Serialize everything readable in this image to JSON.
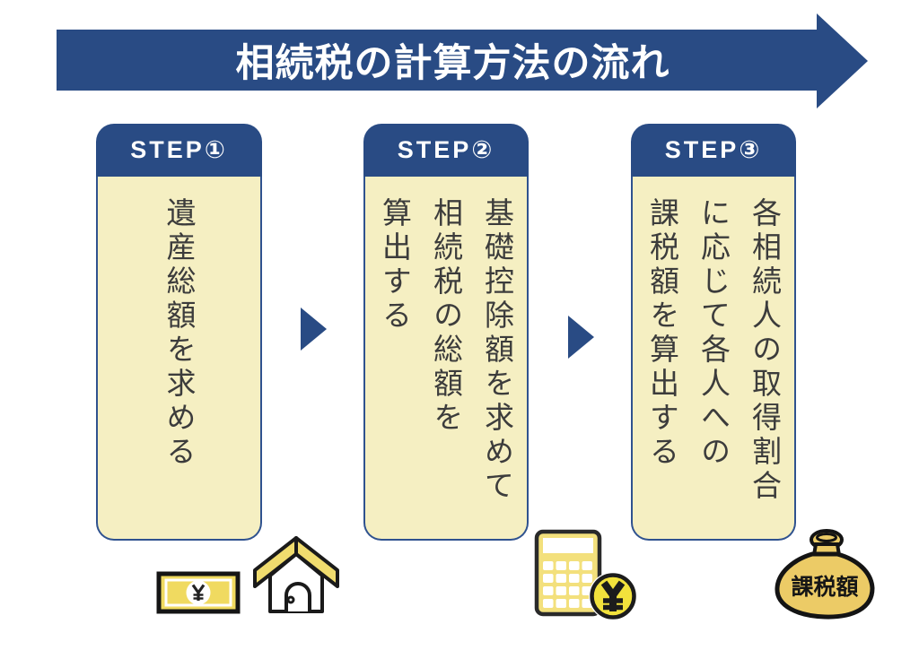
{
  "banner": {
    "title": "相続税の計算方法の流れ"
  },
  "steps": [
    {
      "label": "STEP①",
      "columns": [
        "遺産総額を求める"
      ]
    },
    {
      "label": "STEP②",
      "columns": [
        "基礎控除額を求めて",
        "相続税の総額を",
        "算出する"
      ]
    },
    {
      "label": "STEP③",
      "columns": [
        "各相続人の取得割合",
        "に応じて各人への",
        "課税額を算出する"
      ]
    }
  ],
  "icons": {
    "banknote": "yen-banknote-icon",
    "house": "house-icon",
    "calculator": "calculator-icon",
    "coin": "yen-coin-icon",
    "money_bag": "money-bag-icon",
    "money_bag_label": "課税額",
    "yen_symbol": "¥"
  },
  "colors": {
    "primary_blue": "#294b84",
    "card_fill": "#f5efc2",
    "card_border": "#2f528f",
    "icon_yellow": "#f0da60",
    "roof_yellow": "#f0dc6e",
    "calculator_yellow": "#f3e07c",
    "coin_yellow": "#f2e23c",
    "bag_gold": "#eccb66",
    "text_dark": "#3c3c3c"
  }
}
